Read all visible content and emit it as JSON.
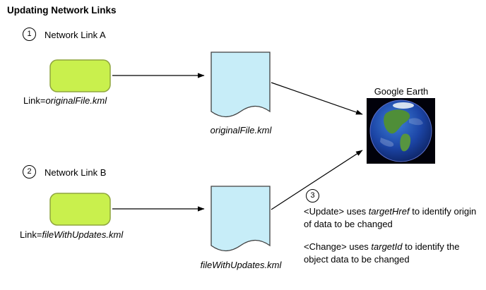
{
  "title": "Updating Network Links",
  "step1": {
    "number": "1",
    "heading": "Network Link A",
    "link_prefix": "Link=",
    "link_file": "originalFile.kml",
    "doc_label": "originalFile.kml"
  },
  "step2": {
    "number": "2",
    "heading": "Network Link B",
    "link_prefix": "Link=",
    "link_file": "fileWithUpdates.kml",
    "doc_label": "fileWithUpdates.kml"
  },
  "google_earth": {
    "label": "Google Earth"
  },
  "step3": {
    "number": "3",
    "note1": {
      "pre": "<Update> uses ",
      "em": "targetHref",
      "post": " to identify origin of data to be changed"
    },
    "note2": {
      "pre": "<Change> uses ",
      "em": "targetId",
      "post": " to identify the object data to be changed"
    }
  },
  "colors": {
    "network_link_fill": "#c9f04d",
    "network_link_border": "#8fa53e",
    "document_fill": "#c7edf8",
    "document_border": "#3f3f3f",
    "arrow": "#000000"
  }
}
